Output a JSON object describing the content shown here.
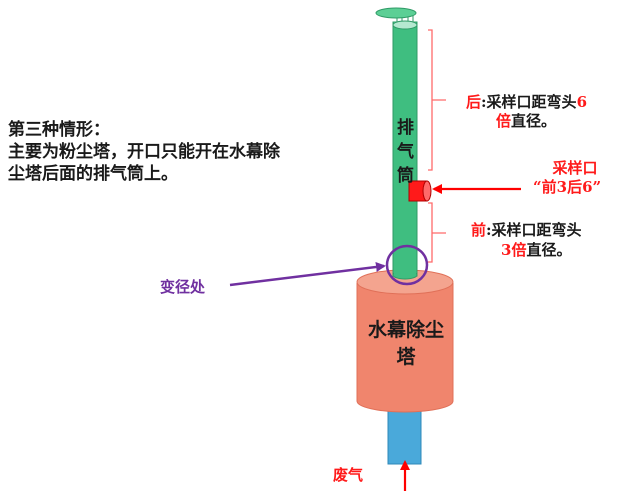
{
  "scenario": {
    "title": "第三种情形：",
    "description": "主要为粉尘塔，开口只能开在水幕除尘塔后面的排气筒上。"
  },
  "stack_label_chars": [
    "排",
    "气",
    "筒"
  ],
  "tower_label": "水幕除尘塔",
  "inlet_label": "废气",
  "reducer_label": "变径处",
  "sampling_port": {
    "label": "采样口",
    "rule": "“前3后6”"
  },
  "downstream_note": {
    "prefix": "后",
    "text_a": ":采样口距弯头",
    "number": "6",
    "number_suffix": "倍",
    "text_b": "直径。"
  },
  "upstream_note": {
    "prefix": "前",
    "text_a": ":采样口距弯头",
    "number": "3",
    "number_suffix": "倍",
    "text_b": "直径。"
  },
  "colors": {
    "stack_fill": "#3fbe80",
    "tower_fill": "#f0856d",
    "inlet_pipe": "#4aa9da",
    "arrow_red": "#ff0000",
    "reducer_purple": "#7030a0"
  }
}
